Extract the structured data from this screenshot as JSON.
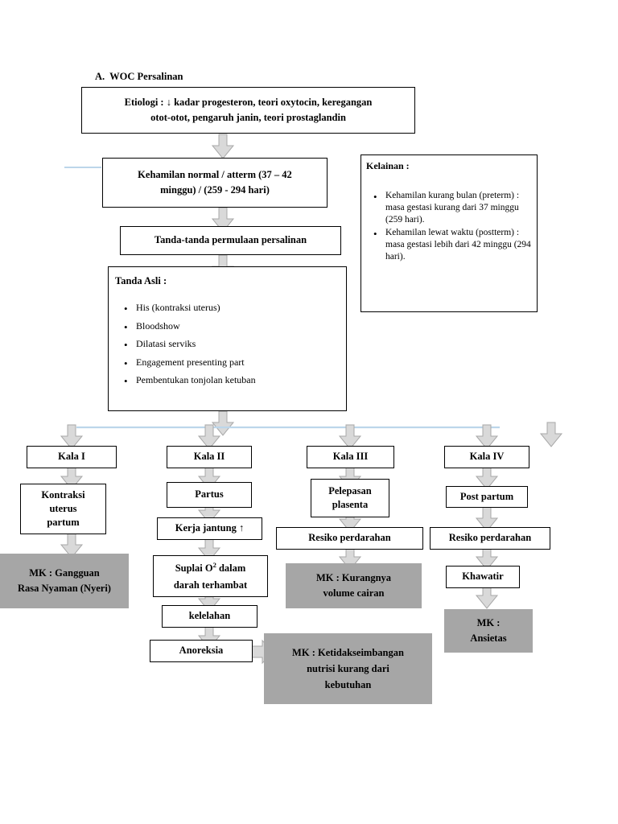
{
  "document": {
    "heading": "A.  WOC Persalinan"
  },
  "colors": {
    "box_fill": "#ffffff",
    "box_border": "#000000",
    "mk_fill": "#a6a6a6",
    "arrow_fill": "#d9d9d9",
    "arrow_stroke": "#a0a0a0",
    "connector_line": "#bcd6ea"
  },
  "nodes": {
    "etiologi": {
      "line1": "Etiologi : ↓ kadar progesteron, teori oxytocin, keregangan",
      "line2": "otot-otot, pengaruh janin, teori prostaglandin"
    },
    "kehamilan_normal": {
      "line1": "Kehamilan normal / atterm (37 – 42",
      "line2": "minggu) / (259 - 294 hari)"
    },
    "tanda_permulaan": {
      "label": "Tanda-tanda permulaan persalinan"
    },
    "kelainan": {
      "heading": "Kelainan :",
      "items": [
        "Kehamilan kurang bulan (preterm) : masa gestasi kurang dari 37 minggu (259 hari).",
        "Kehamilan lewat waktu (postterm) : masa gestasi lebih dari 42 minggu (294 hari)."
      ]
    },
    "tanda_asli": {
      "heading": "Tanda Asli :",
      "items": [
        "His (kontraksi uterus)",
        "Bloodshow",
        "Dilatasi serviks",
        "Engagement presenting part",
        "Pembentukan tonjolan ketuban"
      ]
    },
    "kala1": {
      "label": "Kala I"
    },
    "kala2": {
      "label": "Kala II"
    },
    "kala3": {
      "label": "Kala III"
    },
    "kala4": {
      "label": "Kala IV"
    },
    "kontraksi_uterus_partum": {
      "line1": "Kontraksi",
      "line2": "uterus",
      "line3": "partum"
    },
    "mk_gangguan": {
      "line1": "MK : Gangguan",
      "line2": "Rasa Nyaman (Nyeri)"
    },
    "partus": {
      "label": "Partus"
    },
    "kerja_jantung": {
      "label": "Kerja jantung ↑"
    },
    "suplai_o2": {
      "line1_pre": "Suplai O",
      "line1_sup": "2",
      "line1_post": " dalam",
      "line2": "darah terhambat"
    },
    "kelelahan": {
      "label": "kelelahan"
    },
    "anoreksia": {
      "label": "Anoreksia"
    },
    "mk_nutrisi": {
      "line1": "MK : Ketidakseimbangan",
      "line2": "nutrisi kurang dari",
      "line3": "kebutuhan"
    },
    "pelepasan_plasenta": {
      "line1": "Pelepasan",
      "line2": "plasenta"
    },
    "resiko_perdarahan_3": {
      "label": "Resiko perdarahan"
    },
    "mk_volume_cairan": {
      "line1": "MK : Kurangnya",
      "line2": "volume cairan"
    },
    "post_partum": {
      "label": "Post partum"
    },
    "resiko_perdarahan_4": {
      "label": "Resiko perdarahan"
    },
    "khawatir": {
      "label": "Khawatir"
    },
    "mk_ansietas": {
      "line1": "MK :",
      "line2": "Ansietas"
    }
  }
}
